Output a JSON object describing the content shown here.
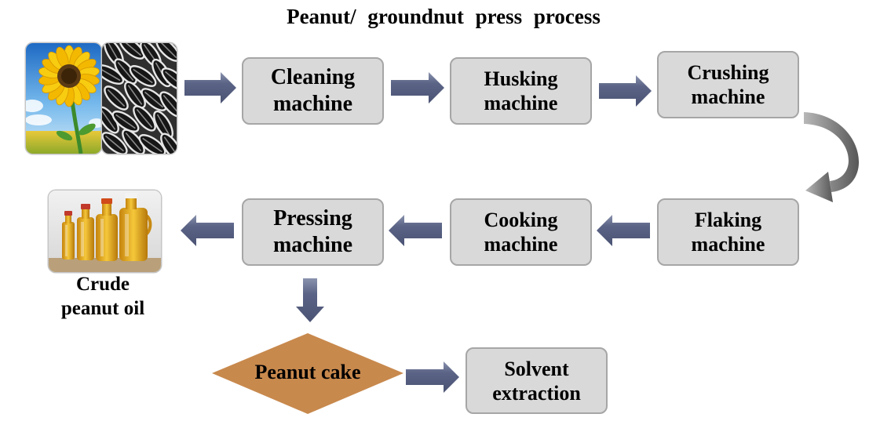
{
  "title": "Peanut/ groundnut press process",
  "steps": {
    "cleaning": {
      "line1": "Cleaning",
      "line2": "machine"
    },
    "husking": {
      "line1": "Husking",
      "line2": "machine"
    },
    "crushing": {
      "line1": "Crushing",
      "line2": "machine"
    },
    "flaking": {
      "line1": "Flaking",
      "line2": "machine"
    },
    "cooking": {
      "line1": "Cooking",
      "line2": "machine"
    },
    "pressing": {
      "line1": "Pressing",
      "line2": "machine"
    },
    "solvent_extraction": {
      "line1": "Solvent",
      "line2": "extraction"
    }
  },
  "output": {
    "line1": "Crude",
    "line2": "peanut oil"
  },
  "byproduct": {
    "label": "Peanut cake"
  },
  "icons": {
    "input": [
      "sunflower-image",
      "sunflower-seeds-image"
    ],
    "output": "oil-bottles-image",
    "connector": "arrow-icon",
    "turn": "curved-arrow-icon"
  },
  "colors": {
    "box_fill": "#d9d9d9",
    "box_border": "#a6a6a6",
    "arrow": "#5b6486",
    "curved_arrow": "#575757",
    "cake_fill": "#c8894d",
    "text": "#000000"
  }
}
